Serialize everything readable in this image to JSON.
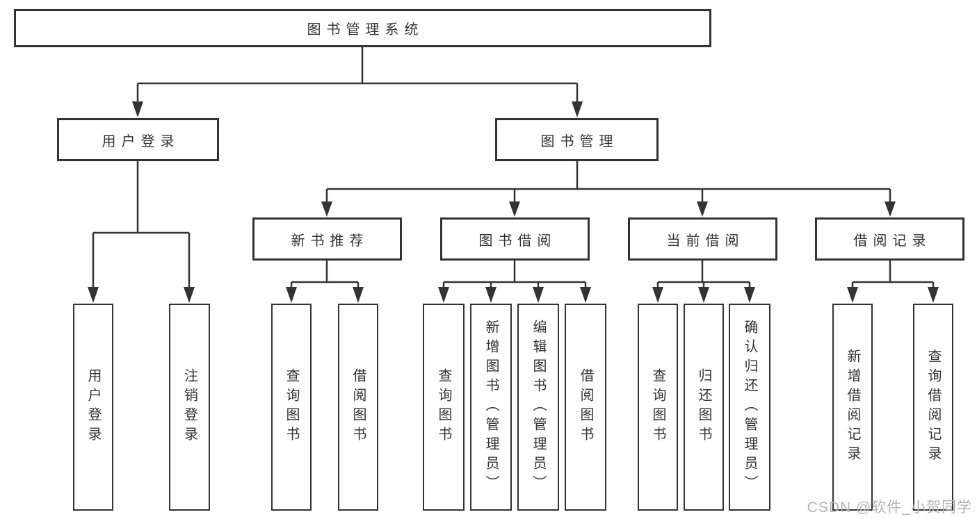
{
  "diagram": {
    "type": "hierarchy",
    "tree": {
      "root": {
        "label": "图书管理系统"
      },
      "branches": [
        {
          "label": "用户登录",
          "children": [
            {
              "label": "用户登录"
            },
            {
              "label": "注销登录"
            }
          ]
        },
        {
          "label": "图书管理",
          "children": [
            {
              "label": "新书推荐",
              "children": [
                {
                  "label": "查询图书"
                },
                {
                  "label": "借阅图书"
                }
              ]
            },
            {
              "label": "图书借阅",
              "children": [
                {
                  "label": "查询图书"
                },
                {
                  "label": "新增图书（管理员）"
                },
                {
                  "label": "编辑图书（管理员）"
                },
                {
                  "label": "借阅图书"
                }
              ]
            },
            {
              "label": "当前借阅",
              "children": [
                {
                  "label": "查询图书"
                },
                {
                  "label": "归还图书"
                },
                {
                  "label": "确认归还（管理员）"
                }
              ]
            },
            {
              "label": "借阅记录",
              "children": [
                {
                  "label": "新增借阅记录"
                },
                {
                  "label": "查询借阅记录"
                }
              ]
            }
          ]
        }
      ]
    },
    "colors": {
      "line": "#333333",
      "text": "#333333",
      "background": "#ffffff",
      "watermark": "#b3b3b3"
    }
  },
  "watermark": {
    "text": "CSDN @软件_小贺同学"
  }
}
